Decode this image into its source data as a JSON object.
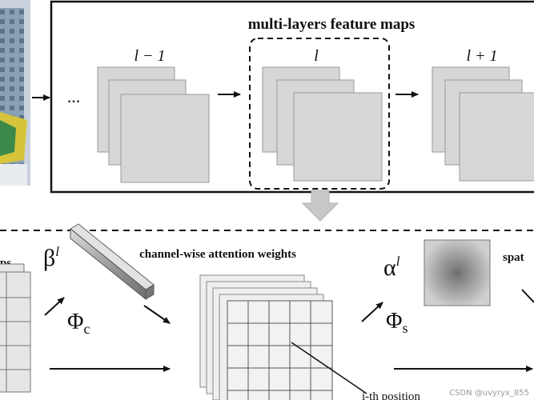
{
  "top": {
    "title": "multi-layers feature maps",
    "ellipsis": "...",
    "layers": [
      "l − 1",
      "l",
      "l + 1"
    ]
  },
  "bottom": {
    "left_label_fragment": "ps",
    "beta": "β",
    "beta_sup": "l",
    "phi_c": "Φ",
    "phi_c_sub": "c",
    "channel_label": "channel-wise attention weights",
    "alpha": "α",
    "alpha_sup": "l",
    "phi_s": "Φ",
    "phi_s_sub": "s",
    "spatial_label_fragment": "spat",
    "position_label": "i-th position"
  },
  "watermark": "CSDN @uvyryx_855"
}
